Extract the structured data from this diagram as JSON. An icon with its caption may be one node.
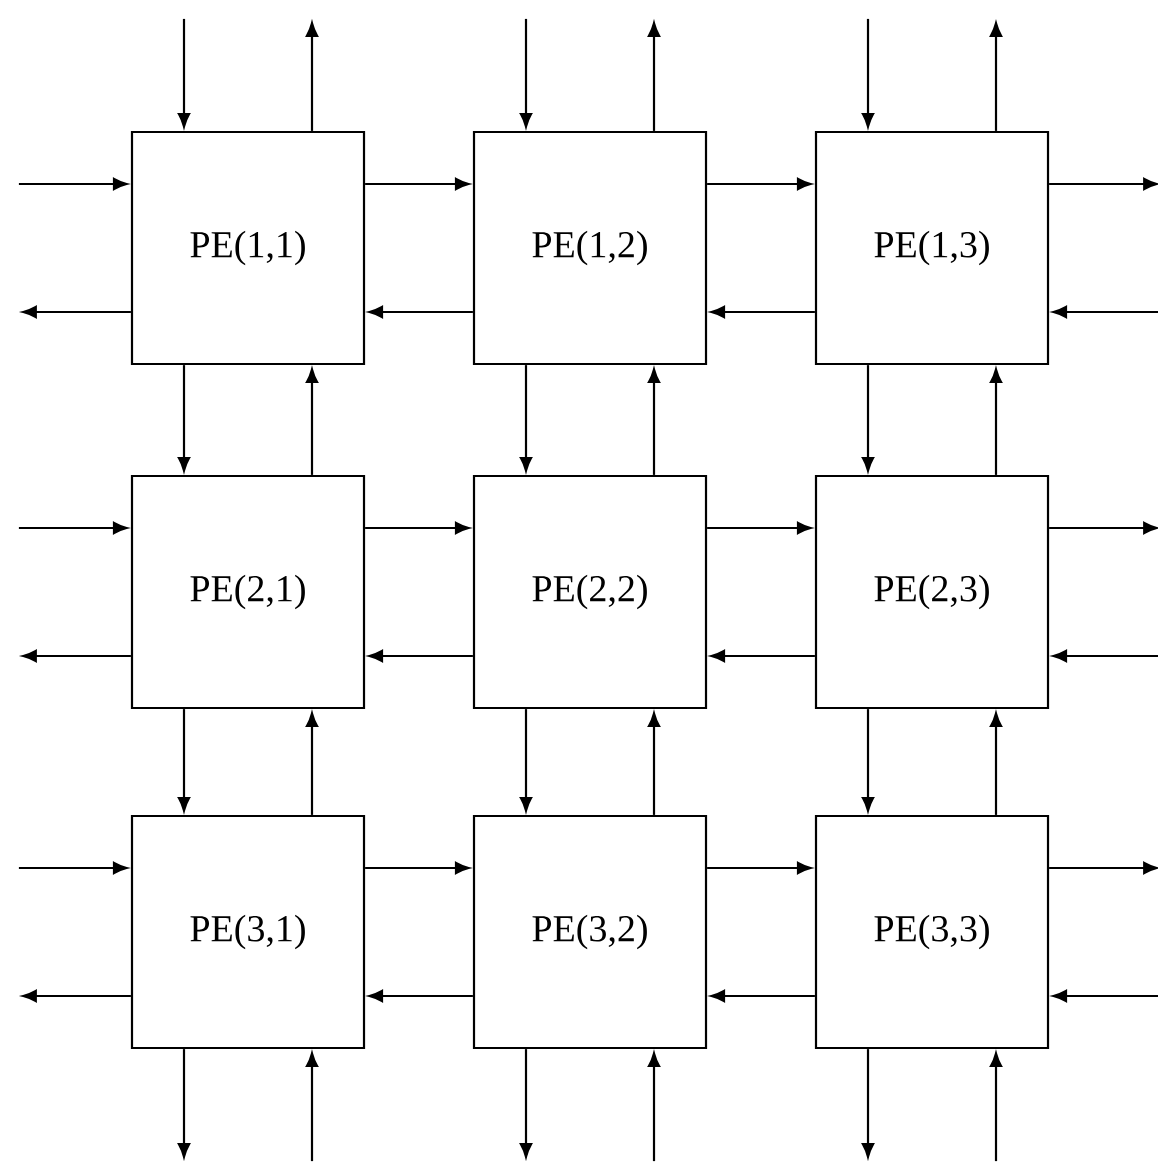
{
  "diagram": {
    "nodes": [
      {
        "text": [
          "PE(1,1)"
        ]
      },
      {
        "text": [
          "PE(1,2)"
        ]
      },
      {
        "text": [
          "PE(1,3)"
        ]
      },
      {
        "text": [
          "PE(2,1)"
        ]
      },
      {
        "text": [
          "PE(2,2)"
        ]
      },
      {
        "text": [
          "PE(2,3)"
        ]
      },
      {
        "text": [
          "PE(3,1)"
        ]
      },
      {
        "text": [
          "PE(3,2)"
        ]
      },
      {
        "text": [
          "PE(3,3)"
        ]
      }
    ],
    "edges": [
      {
        "from": 0,
        "to": 1,
        "arrow": "to"
      },
      {
        "from": 1,
        "to": 0,
        "arrow": "to"
      },
      {
        "from": 1,
        "to": 2,
        "arrow": "to"
      },
      {
        "from": 2,
        "to": 1,
        "arrow": "to"
      },
      {
        "from": 3,
        "to": 4,
        "arrow": "to"
      },
      {
        "from": 4,
        "to": 3,
        "arrow": "to"
      },
      {
        "from": 4,
        "to": 5,
        "arrow": "to"
      },
      {
        "from": 5,
        "to": 4,
        "arrow": "to"
      },
      {
        "from": 6,
        "to": 7,
        "arrow": "to"
      },
      {
        "from": 7,
        "to": 6,
        "arrow": "to"
      },
      {
        "from": 7,
        "to": 8,
        "arrow": "to"
      },
      {
        "from": 8,
        "to": 7,
        "arrow": "to"
      },
      {
        "from": 0,
        "to": 3,
        "arrow": "to"
      },
      {
        "from": 3,
        "to": 0,
        "arrow": "to"
      },
      {
        "from": 3,
        "to": 6,
        "arrow": "to"
      },
      {
        "from": 6,
        "to": 3,
        "arrow": "to"
      },
      {
        "from": 1,
        "to": 4,
        "arrow": "to"
      },
      {
        "from": 4,
        "to": 1,
        "arrow": "to"
      },
      {
        "from": 4,
        "to": 7,
        "arrow": "to"
      },
      {
        "from": 7,
        "to": 4,
        "arrow": "to"
      },
      {
        "from": 2,
        "to": 5,
        "arrow": "to"
      },
      {
        "from": 5,
        "to": 2,
        "arrow": "to"
      },
      {
        "from": 5,
        "to": 8,
        "arrow": "to"
      },
      {
        "from": 8,
        "to": 5,
        "arrow": "to"
      },
      {
        "from": null,
        "to": 0,
        "arrow": "to"
      },
      {
        "from": 0,
        "to": null,
        "arrow": "to"
      },
      {
        "from": null,
        "to": 3,
        "arrow": "to"
      },
      {
        "from": 3,
        "to": null,
        "arrow": "to"
      },
      {
        "from": null,
        "to": 6,
        "arrow": "to"
      },
      {
        "from": 6,
        "to": null,
        "arrow": "to"
      },
      {
        "from": 2,
        "to": null,
        "arrow": "to"
      },
      {
        "from": null,
        "to": 2,
        "arrow": "to"
      },
      {
        "from": 5,
        "to": null,
        "arrow": "to"
      },
      {
        "from": null,
        "to": 5,
        "arrow": "to"
      },
      {
        "from": 8,
        "to": null,
        "arrow": "to"
      },
      {
        "from": null,
        "to": 8,
        "arrow": "to"
      },
      {
        "from": null,
        "to": 0,
        "arrow": "to"
      },
      {
        "from": 0,
        "to": null,
        "arrow": "to"
      },
      {
        "from": null,
        "to": 1,
        "arrow": "to"
      },
      {
        "from": 1,
        "to": null,
        "arrow": "to"
      },
      {
        "from": null,
        "to": 2,
        "arrow": "to"
      },
      {
        "from": 2,
        "to": null,
        "arrow": "to"
      },
      {
        "from": 6,
        "to": null,
        "arrow": "to"
      },
      {
        "from": null,
        "to": 6,
        "arrow": "to"
      },
      {
        "from": 7,
        "to": null,
        "arrow": "to"
      },
      {
        "from": null,
        "to": 7,
        "arrow": "to"
      },
      {
        "from": 8,
        "to": null,
        "arrow": "to"
      },
      {
        "from": null,
        "to": 8,
        "arrow": "to"
      }
    ]
  }
}
